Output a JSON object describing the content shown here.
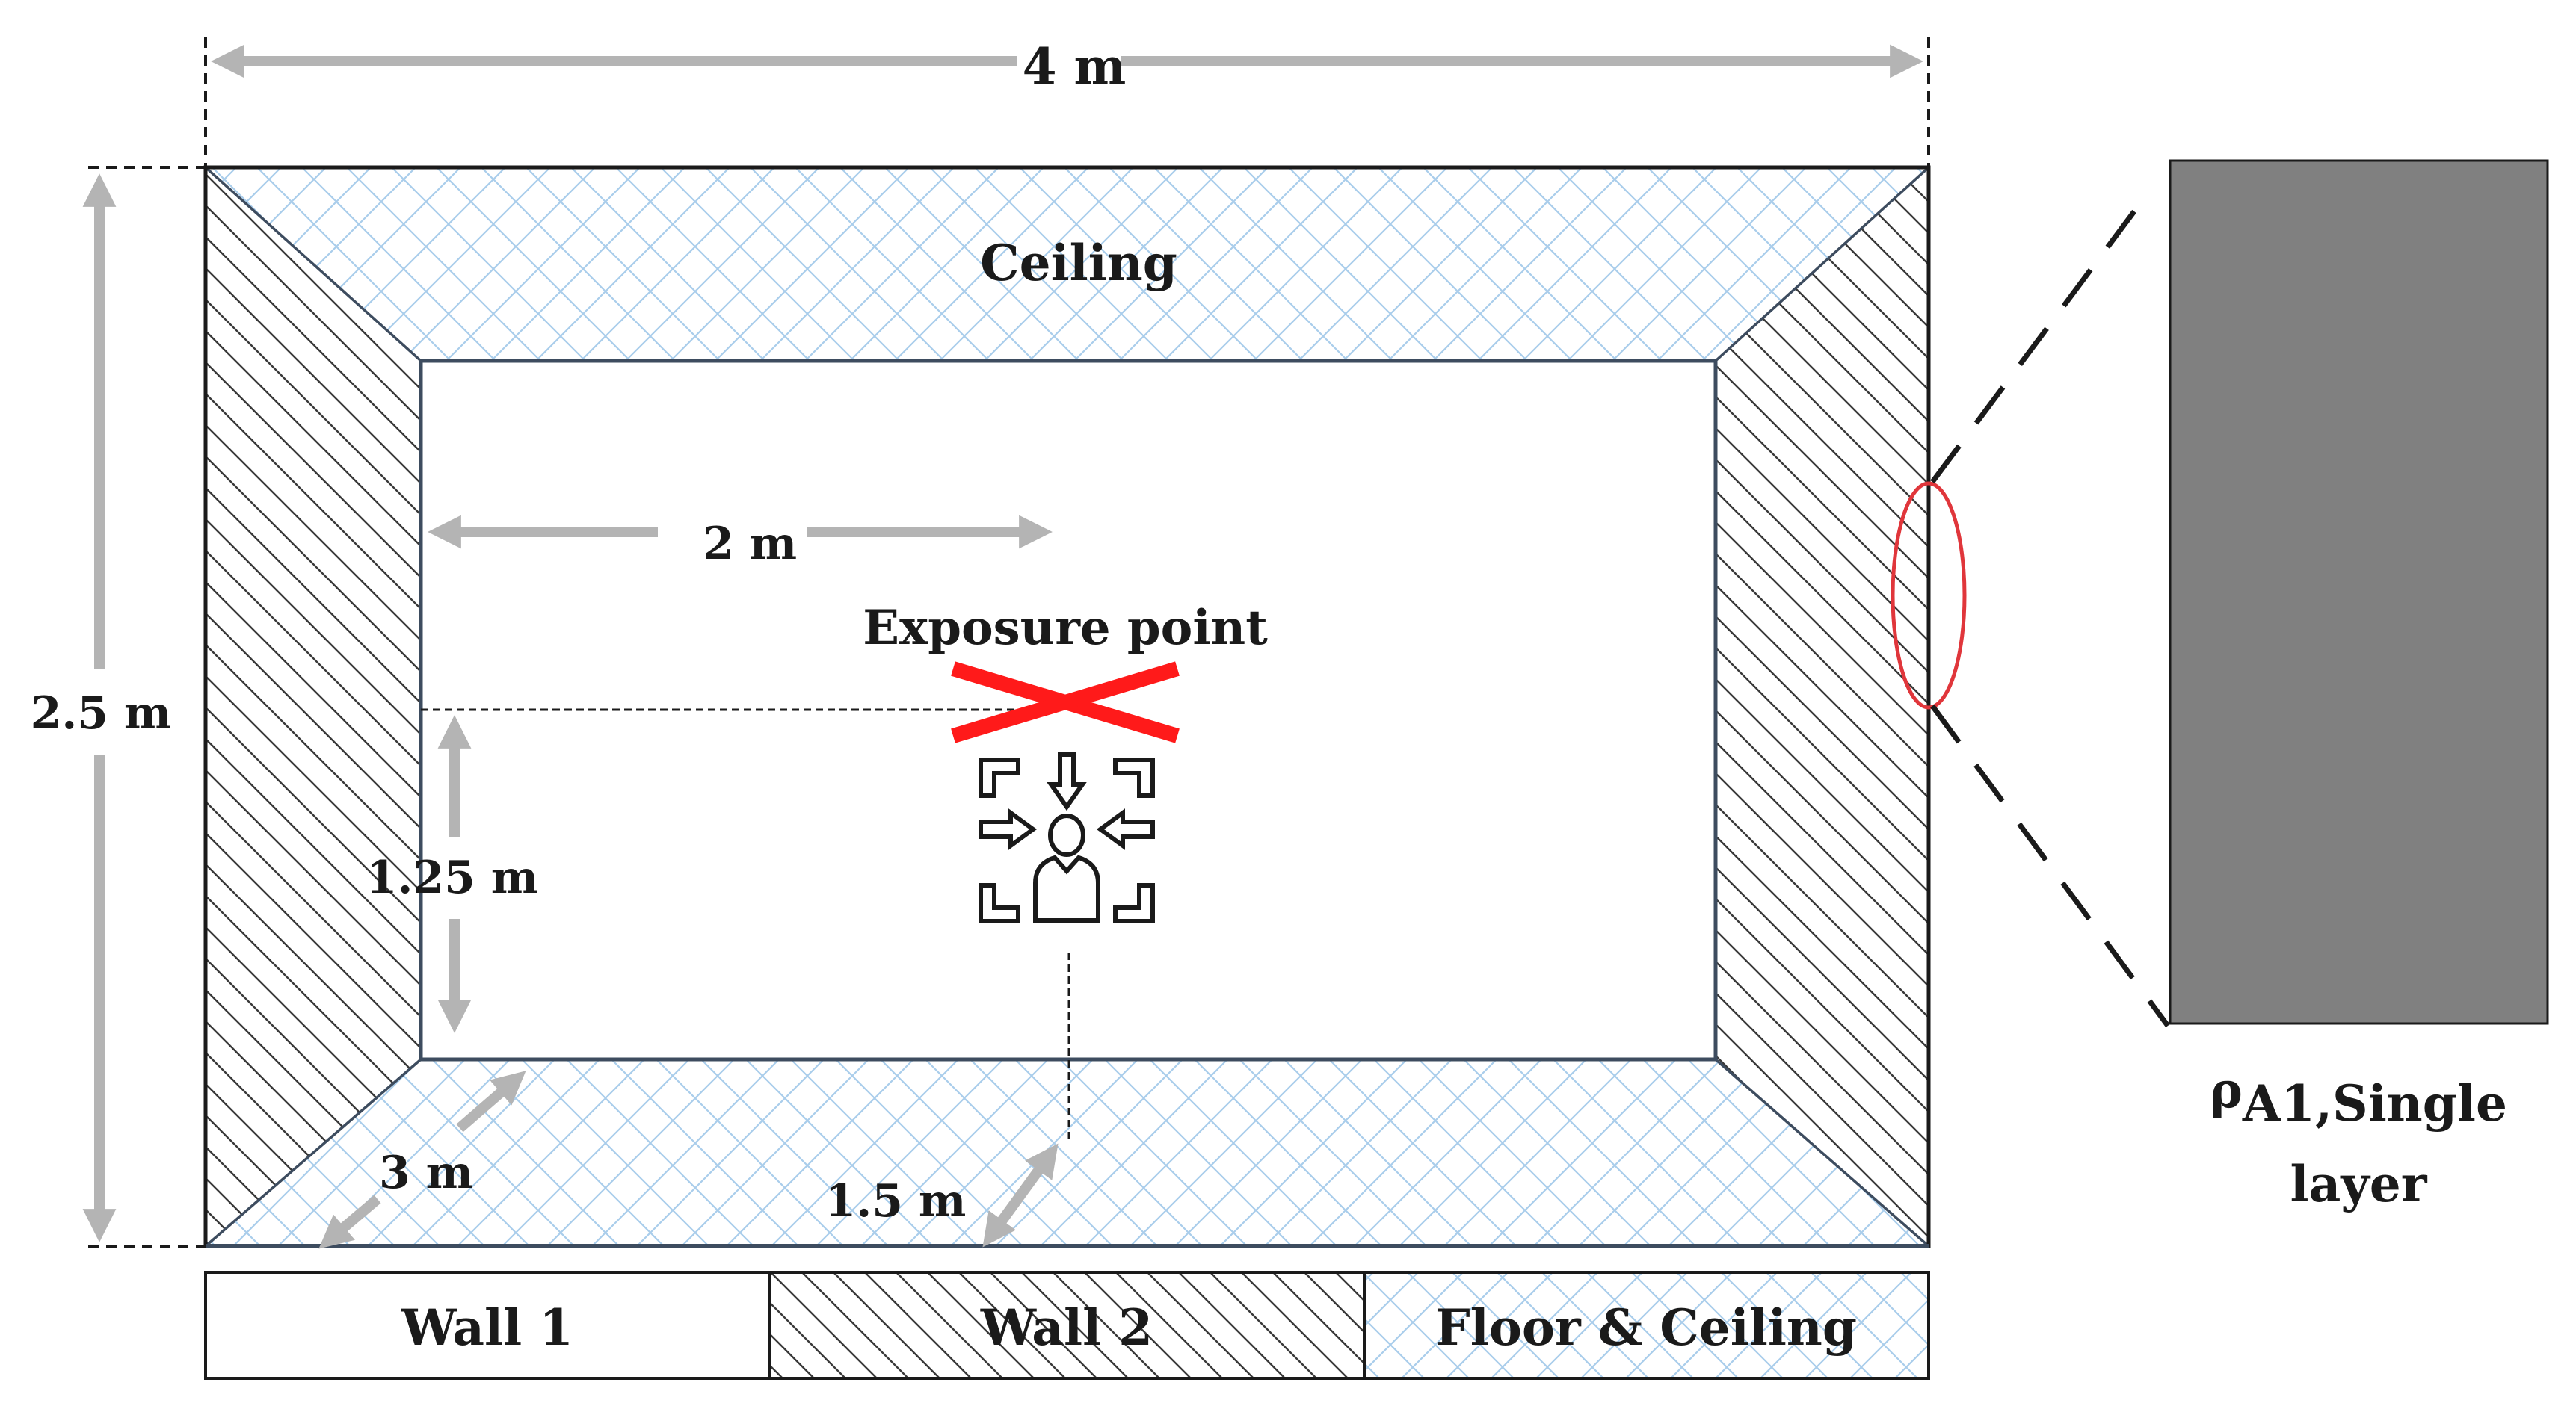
{
  "dimensions": {
    "width": "4 m",
    "height": "2.5 m",
    "horizontal_offset": "2 m",
    "vertical_offset": "1.25 m",
    "depth": "3 m",
    "depth_offset": "1.5 m"
  },
  "labels": {
    "ceiling": "Ceiling",
    "exposure_point": "Exposure point",
    "layer_symbol": "ρ",
    "layer_subscript": "A1",
    "layer_line1_suffix": ",Single",
    "layer_line2": "layer"
  },
  "legend": {
    "wall1": "Wall 1",
    "wall2": "Wall 2",
    "floor_ceiling": "Floor & Ceiling"
  },
  "colors": {
    "exposure_marker": "#ff1a1a",
    "dimension_arrows": "#b4b4b4",
    "crosshatch": "#a9cdeb",
    "layer_fill": "#808080",
    "detail_circle": "#e0363b"
  },
  "icons": {
    "exposure_icon": "person-focus-icon"
  }
}
